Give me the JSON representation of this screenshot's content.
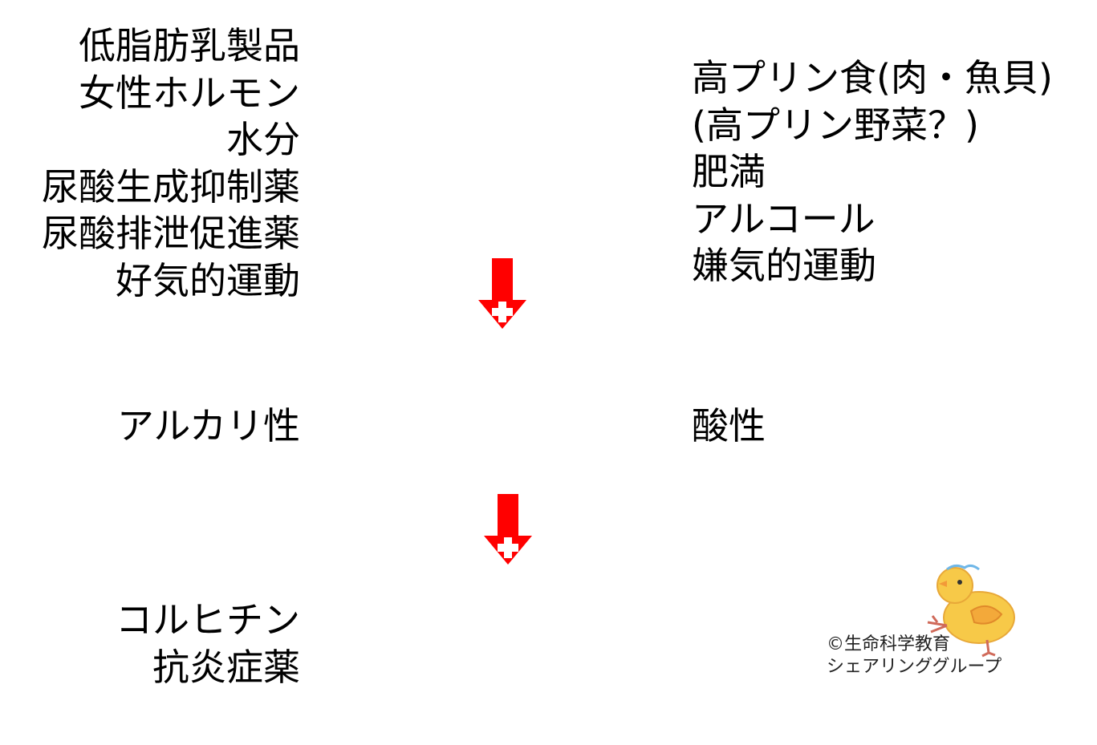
{
  "left_factors": [
    "低脂肪乳製品",
    "女性ホルモン",
    "水分",
    "尿酸生成抑制薬",
    "尿酸排泄促進薬",
    "好気的運動"
  ],
  "right_factors": [
    "高プリン食(肉・魚貝)",
    "(高プリン野菜？)",
    "肥満",
    "アルコール",
    "嫌気的運動"
  ],
  "left_label": "アルカリ性",
  "right_label": "酸性",
  "treatments": [
    "コルヒチン",
    "抗炎症薬"
  ],
  "arrow_color": "#ff0000",
  "copyright": {
    "line1": "©生命科学教育",
    "line2": "シェアリンググループ"
  }
}
